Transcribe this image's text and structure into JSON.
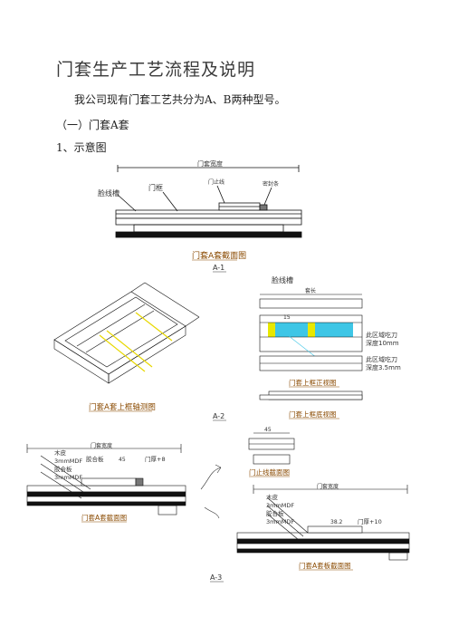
{
  "doc": {
    "title": "门套生产工艺流程及说明",
    "intro": "我公司现有门套工艺共分为A、B两种型号。",
    "section_a": "（一）门套A套",
    "item_1": "1、示意图"
  },
  "figures": {
    "fig1": {
      "top_dim": "门套宽度",
      "label_groove": "脸线槽",
      "label_frame": "门框",
      "label_stop": "门止线",
      "label_seal": "密封条",
      "caption": "门套A套截面图",
      "number": "A-1"
    },
    "fig2": {
      "caption_iso": "门套A套上框轴测图",
      "label_groove": "脸线槽",
      "label_length": "套长",
      "note_top": "此区域吃刀",
      "note_top_depth": "深度10mm",
      "note_bottom": "此区域吃刀",
      "note_bottom_depth": "深度3.5mm",
      "dim_15": "15",
      "caption_front": "门套上框正视图",
      "caption_bottom": "门套上框底视图",
      "number": "A-2"
    },
    "fig3": {
      "top_dim": "门套宽度",
      "label_wood": "木皮",
      "label_mdf1": "3mmMDF",
      "label_ply": "胶合板",
      "label_mdf2": "3mmMDF",
      "label_glue": "胶合板",
      "dim_45": "45",
      "label_door": "门厚+8",
      "caption_left": "门套A套截面图",
      "stop_dim_45": "45",
      "caption_stop": "门止线截面图",
      "right_top_dim": "门套宽度",
      "right_wood": "木皮",
      "right_mdf1": "3mmMDF",
      "right_ply": "胶合板",
      "right_mdf2": "3mmMDF",
      "right_dim": "38.2",
      "right_door": "门厚+10",
      "caption_right": "门套A套板截面图",
      "number": "A-3"
    }
  }
}
